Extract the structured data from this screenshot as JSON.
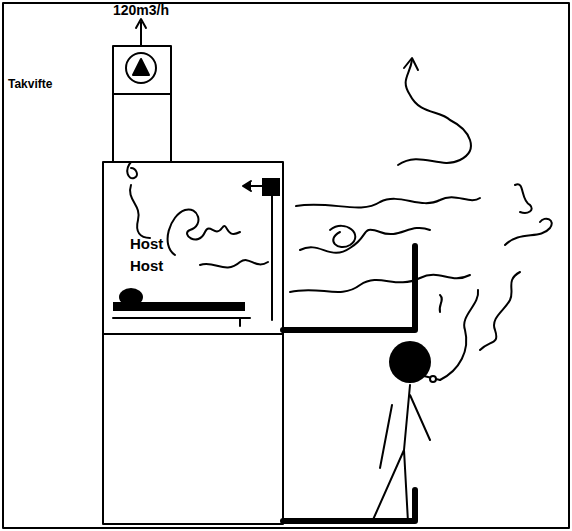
{
  "diagram": {
    "labels": [
      "120m3/h",
      "Takvifte",
      "Host",
      "Host"
    ]
  }
}
